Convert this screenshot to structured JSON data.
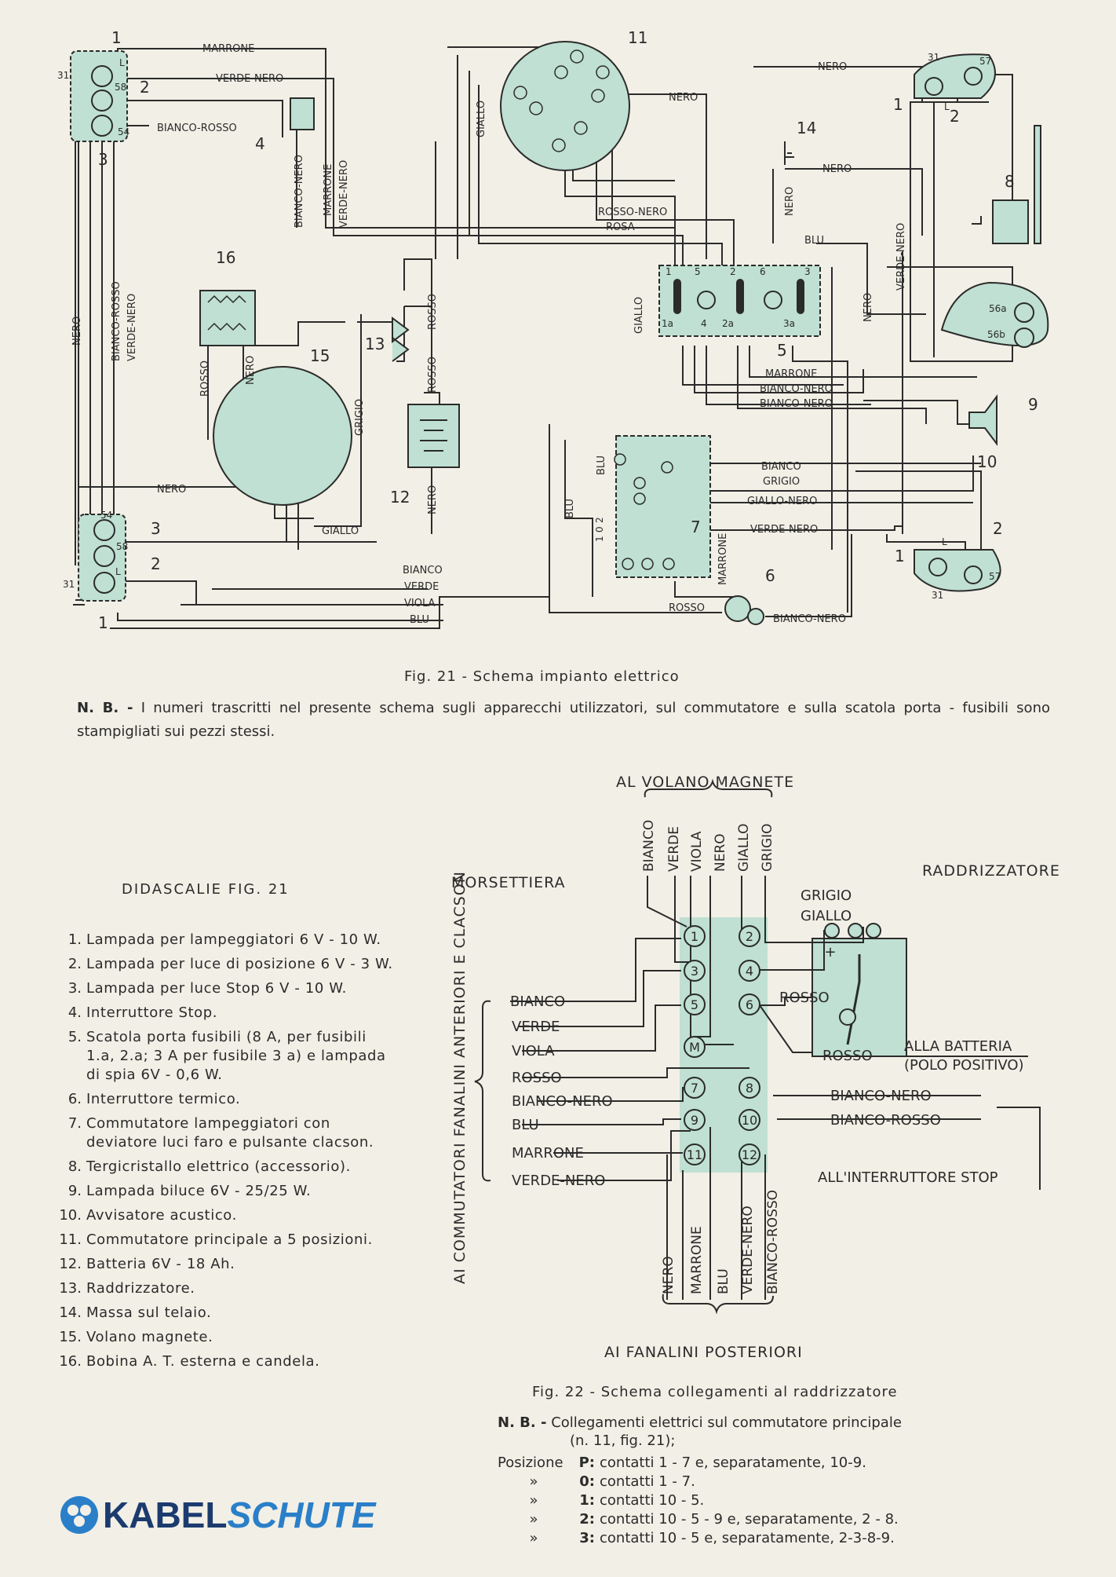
{
  "fig21": {
    "caption": "Fig. 21 - Schema impianto elettrico",
    "note_prefix": "N. B. -",
    "note_text": "I numeri trascritti nel presente schema sugli apparecchi utilizzatori, sul commutatore e sulla scatola porta - fusibili sono stampigliati sui pezzi stessi.",
    "wires": {
      "marrone": "MARRONE",
      "verde_nero": "VERDE-NERO",
      "bianco_rosso": "BIANCO-ROSSO",
      "bianco_nero": "BIANCO-NERO",
      "nero": "NERO",
      "rosso": "ROSSO",
      "grigio": "GRIGIO",
      "giallo": "GIALLO",
      "rosso_nero": "ROSSO-NERO",
      "rosa": "ROSA",
      "blu": "BLU",
      "bianco": "BIANCO",
      "verde": "VERDE",
      "viola": "VIOLA",
      "giallo_nero": "GIALLO-NERO"
    },
    "component_numbers": [
      "1",
      "2",
      "3",
      "4",
      "5",
      "6",
      "7",
      "8",
      "9",
      "10",
      "11",
      "12",
      "13",
      "14",
      "15",
      "16"
    ],
    "terminals": {
      "t31": "31",
      "t58": "58",
      "t54": "54",
      "t57": "57",
      "L": "L",
      "f1": "1",
      "f5": "5",
      "f2": "2",
      "f6": "6",
      "f3": "3",
      "f1a": "1a",
      "f4": "4",
      "f2a": "2a",
      "f3a": "3a",
      "t56a": "56a",
      "t56b": "56b",
      "sw_labels": [
        "1",
        "0",
        "2"
      ]
    }
  },
  "fig22": {
    "caption": "Fig. 22 - Schema collegamenti al raddrizzatore",
    "top_title": "AL VOLANO MAGNETE",
    "bottom_title": "AI FANALINI POSTERIORI",
    "side_title": "AI COMMUTATORI FANALINI ANTERIORI E CLACSON",
    "morsettiera": "MORSETTIERA",
    "raddrizzatore": "RADDRIZZATORE",
    "top_wires": [
      "BIANCO",
      "VERDE",
      "VIOLA",
      "NERO",
      "GIALLO",
      "GRIGIO"
    ],
    "left_wires": [
      "BIANCO",
      "VERDE",
      "VIOLA",
      "ROSSO",
      "BIANCO-NERO",
      "BLU",
      "MARRONE",
      "VERDE-NERO"
    ],
    "bottom_wires": [
      "NERO",
      "MARRONE",
      "BLU",
      "VERDE-NERO",
      "BIANCO-ROSSO"
    ],
    "terminals": [
      "1",
      "2",
      "3",
      "4",
      "5",
      "6",
      "M",
      "7",
      "8",
      "9",
      "10",
      "11",
      "12"
    ],
    "right_labels": {
      "grigio": "GRIGIO",
      "giallo": "GIALLO",
      "rosso1": "ROSSO",
      "rosso2": "ROSSO",
      "batteria1": "ALLA BATTERIA",
      "batteria2": "(POLO POSITIVO)",
      "bianco_nero": "BIANCO-NERO",
      "bianco_rosso": "BIANCO-ROSSO",
      "stop": "ALL'INTERRUTTORE STOP"
    },
    "note_prefix": "N. B. -",
    "note_text_1": "Collegamenti elettrici sul commutatore principale",
    "note_text_2": "(n. 11, fig. 21);",
    "positions": [
      {
        "lead": "Posizione",
        "key": "P:",
        "text": "contatti 1 - 7 e, separatamente, 10-9."
      },
      {
        "lead": "»",
        "key": "0:",
        "text": "contatti 1 - 7."
      },
      {
        "lead": "»",
        "key": "1:",
        "text": "contatti 10 - 5."
      },
      {
        "lead": "»",
        "key": "2:",
        "text": "contatti 10 - 5 - 9 e, separatamente, 2 - 8."
      },
      {
        "lead": "»",
        "key": "3:",
        "text": "contatti 10 - 5 e, separatamente, 2-3-8-9."
      }
    ]
  },
  "legend": {
    "title": "DIDASCALIE FIG. 21",
    "items": [
      {
        "num": "1.",
        "text": "Lampada per lampeggiatori 6 V - 10 W."
      },
      {
        "num": "2.",
        "text": "Lampada per luce di posizione 6 V - 3 W."
      },
      {
        "num": "3.",
        "text": "Lampada per luce Stop 6 V - 10 W."
      },
      {
        "num": "4.",
        "text": "Interruttore Stop."
      },
      {
        "num": "5.",
        "text": "Scatola porta fusibili (8 A, per fusibili 1.a, 2.a; 3 A per fusibile 3 a) e lampada di spia 6V - 0,6 W."
      },
      {
        "num": "6.",
        "text": "Interruttore termico."
      },
      {
        "num": "7.",
        "text": "Commutatore lampeggiatori con deviatore luci faro e pulsante clacson."
      },
      {
        "num": "8.",
        "text": "Tergicristallo elettrico (accessorio)."
      },
      {
        "num": "9.",
        "text": "Lampada biluce 6V - 25/25 W."
      },
      {
        "num": "10.",
        "text": "Avvisatore acustico."
      },
      {
        "num": "11.",
        "text": "Commutatore principale a 5 posizioni."
      },
      {
        "num": "12.",
        "text": "Batteria 6V - 18 Ah."
      },
      {
        "num": "13.",
        "text": "Raddrizzatore."
      },
      {
        "num": "14.",
        "text": "Massa sul telaio."
      },
      {
        "num": "15.",
        "text": "Volano magnete."
      },
      {
        "num": "16.",
        "text": "Bobina A. T. esterna e candela."
      }
    ]
  },
  "logo": {
    "kabel": "KABEL",
    "schute": "SCHUTE"
  },
  "colors": {
    "paper": "#f2efe6",
    "component": "#bfe0d2",
    "ink": "#2b2b2b",
    "logo_dark": "#1b3b6f",
    "logo_blue": "#2a7fc8"
  }
}
